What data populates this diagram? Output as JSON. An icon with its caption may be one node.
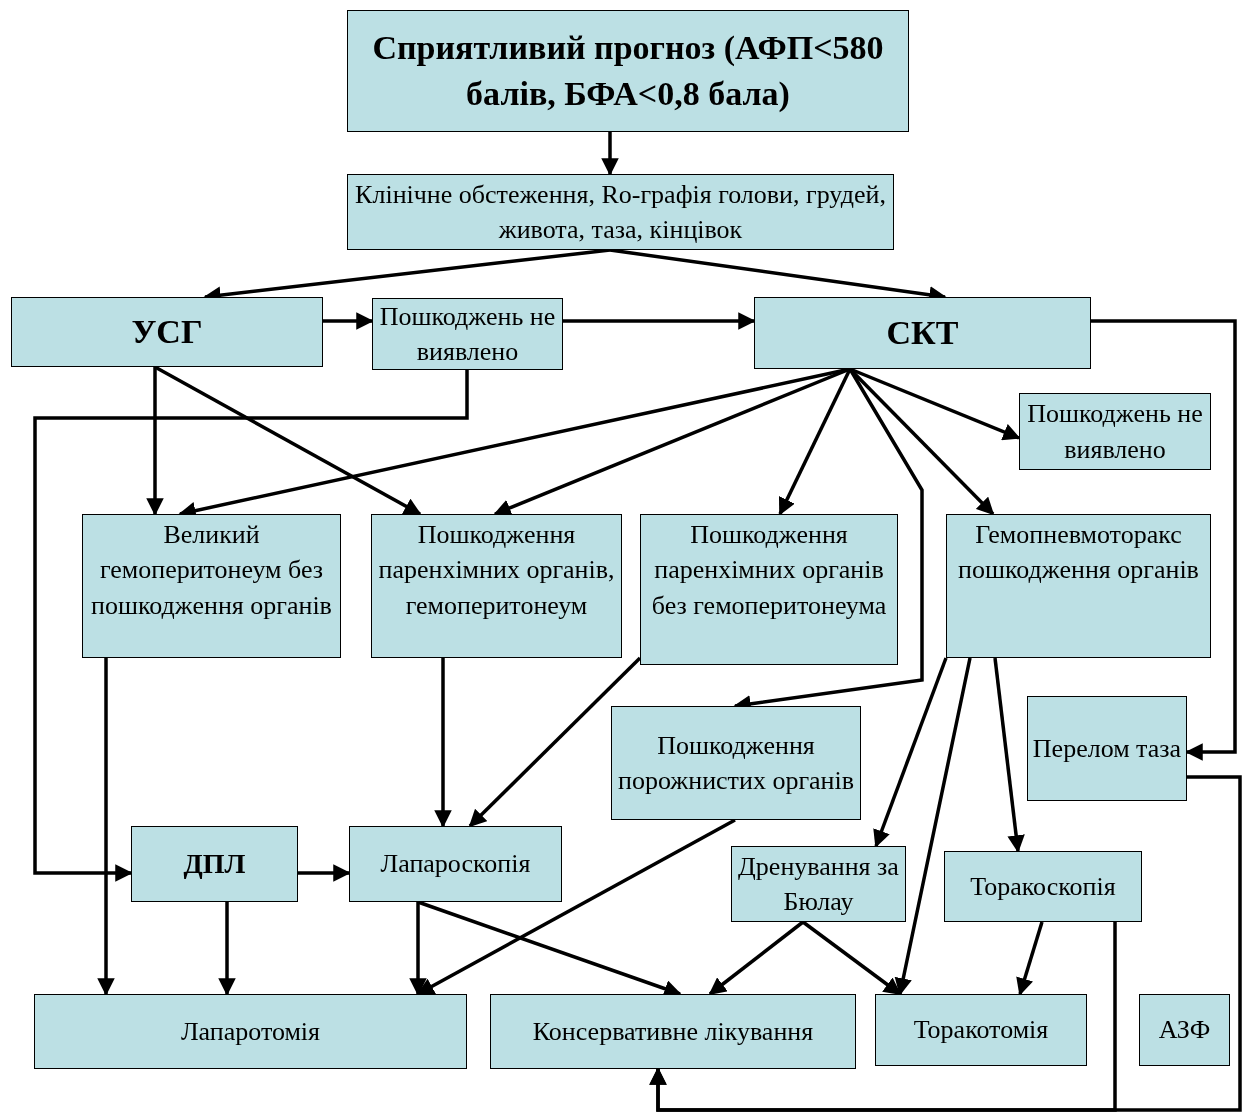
{
  "diagram": {
    "nodes": [
      {
        "text": [
          "Сприятливий прогноз (АФП<580 балів, БФА<0,8 бала)"
        ]
      },
      {
        "text": [
          "Клінічне обстеження, Ro-графія голови, грудей, живота, таза, кінцівок"
        ]
      },
      {
        "text": [
          "УСГ"
        ]
      },
      {
        "text": [
          "Пошкоджень не виявлено"
        ]
      },
      {
        "text": [
          "СКТ"
        ]
      },
      {
        "text": [
          "Пошкоджень не виявлено"
        ]
      },
      {
        "text": [
          "Великий гемоперитонеум без пошкодження органів"
        ]
      },
      {
        "text": [
          "Пошкодження паренхімних органів, гемоперитонеум"
        ]
      },
      {
        "text": [
          "Пошкодження паренхімних органів без гемоперитонеума"
        ]
      },
      {
        "text": [
          "Гемопневмоторакс пошкодження органів"
        ]
      },
      {
        "text": [
          "Пошкодження порожнистих органів"
        ]
      },
      {
        "text": [
          "Перелом таза"
        ]
      },
      {
        "text": [
          "ДПЛ"
        ]
      },
      {
        "text": [
          "Лапароскопія"
        ]
      },
      {
        "text": [
          "Дренування за Бюлау"
        ]
      },
      {
        "text": [
          "Торакоскопія"
        ]
      },
      {
        "text": [
          "Лапаротомія"
        ]
      },
      {
        "text": [
          "Консервативне лікування"
        ]
      },
      {
        "text": [
          "Торакотомія"
        ]
      },
      {
        "text": [
          "АЗФ"
        ]
      }
    ],
    "edges": [
      {
        "from": 0,
        "to": 1,
        "arrow": "to"
      },
      {
        "from": 1,
        "to": 2,
        "arrow": "to"
      },
      {
        "from": 1,
        "to": 4,
        "arrow": "to"
      },
      {
        "from": 2,
        "to": 3,
        "arrow": "to"
      },
      {
        "from": 3,
        "to": 4,
        "arrow": "to"
      },
      {
        "from": 4,
        "to": 11,
        "arrow": "to"
      },
      {
        "from": 2,
        "to": 6,
        "arrow": "to"
      },
      {
        "from": 2,
        "to": 7,
        "arrow": "to"
      },
      {
        "from": 3,
        "to": 12,
        "arrow": "to"
      },
      {
        "from": 4,
        "to": 6,
        "arrow": "to"
      },
      {
        "from": 4,
        "to": 7,
        "arrow": "to"
      },
      {
        "from": 4,
        "to": 8,
        "arrow": "to"
      },
      {
        "from": 4,
        "to": 10,
        "arrow": "to"
      },
      {
        "from": 4,
        "to": 9,
        "arrow": "to"
      },
      {
        "from": 4,
        "to": 5,
        "arrow": "to"
      },
      {
        "from": 6,
        "to": 16,
        "arrow": "to"
      },
      {
        "from": 7,
        "to": 13,
        "arrow": "to"
      },
      {
        "from": 8,
        "to": 13,
        "arrow": "to"
      },
      {
        "from": 12,
        "to": 13,
        "arrow": "to"
      },
      {
        "from": 12,
        "to": 16,
        "arrow": "to"
      },
      {
        "from": 13,
        "to": 16,
        "arrow": "to"
      },
      {
        "from": 13,
        "to": 17,
        "arrow": "to"
      },
      {
        "from": 10,
        "to": 16,
        "arrow": "to"
      },
      {
        "from": 9,
        "to": 14,
        "arrow": "to"
      },
      {
        "from": 9,
        "to": 18,
        "arrow": "to"
      },
      {
        "from": 9,
        "to": 15,
        "arrow": "to"
      },
      {
        "from": 14,
        "to": 17,
        "arrow": "to"
      },
      {
        "from": 14,
        "to": 18,
        "arrow": "to"
      },
      {
        "from": 15,
        "to": 18,
        "arrow": "to"
      },
      {
        "from": 15,
        "to": 17,
        "arrow": "to"
      },
      {
        "from": 11,
        "to": 17,
        "arrow": "to"
      }
    ]
  }
}
